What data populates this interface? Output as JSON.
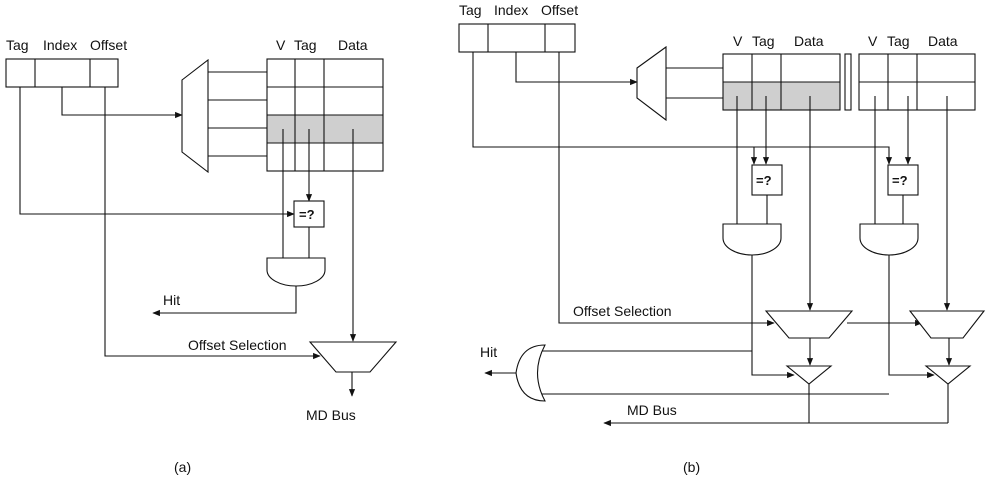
{
  "panel_a": {
    "address_labels": {
      "tag": "Tag",
      "index": "Index",
      "offset": "Offset"
    },
    "column_labels": {
      "valid": "V",
      "tag": "Tag",
      "data": "Data"
    },
    "compare_label": "=?",
    "hit_label": "Hit",
    "offset_selection_label": "Offset Selection",
    "bus_label": "MD Bus",
    "caption": "(a)"
  },
  "panel_b": {
    "address_labels": {
      "tag": "Tag",
      "index": "Index",
      "offset": "Offset"
    },
    "way1_column_labels": {
      "valid": "V",
      "tag": "Tag",
      "data": "Data"
    },
    "way2_column_labels": {
      "valid": "V",
      "tag": "Tag",
      "data": "Data"
    },
    "compare_label_1": "=?",
    "compare_label_2": "=?",
    "hit_label": "Hit",
    "offset_selection_label": "Offset Selection",
    "bus_label": "MD Bus",
    "caption": "(b)"
  }
}
